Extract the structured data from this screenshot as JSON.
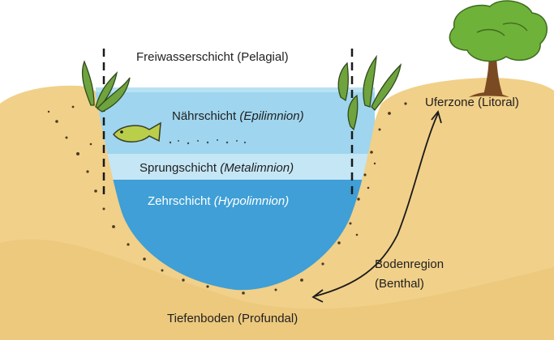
{
  "labels": {
    "pelagial": "Freiwasserschicht (Pelagial)",
    "epilimnion_prefix": "Nährschicht ",
    "epilimnion_term": "(Epilimnion)",
    "metalimnion_prefix": "Sprungschicht ",
    "metalimnion_term": "(Metalimnion)",
    "hypolimnion_prefix": "Zehrschicht ",
    "hypolimnion_term": "(Hypolimnion)",
    "litoral": "Uferzone (Litoral)",
    "benthal_line1": "Bodenregion",
    "benthal_line2": "(Benthal)",
    "profundal": "Tiefenboden (Profundal)"
  },
  "colors": {
    "sand": "#f1d089",
    "sand_dark": "#e2b865",
    "epilimnion_water": "#9fd5ee",
    "metalimnion_water": "#c4e6f5",
    "hypolimnion_water": "#3f9fd6",
    "plant_green": "#5f8c3a",
    "tree_green": "#6fb23a",
    "trunk_brown": "#7a4a22",
    "fish": "#b9cf4a"
  },
  "icons": [
    "fish-icon",
    "tree-icon",
    "water-plant-icon",
    "arrow-icon"
  ]
}
